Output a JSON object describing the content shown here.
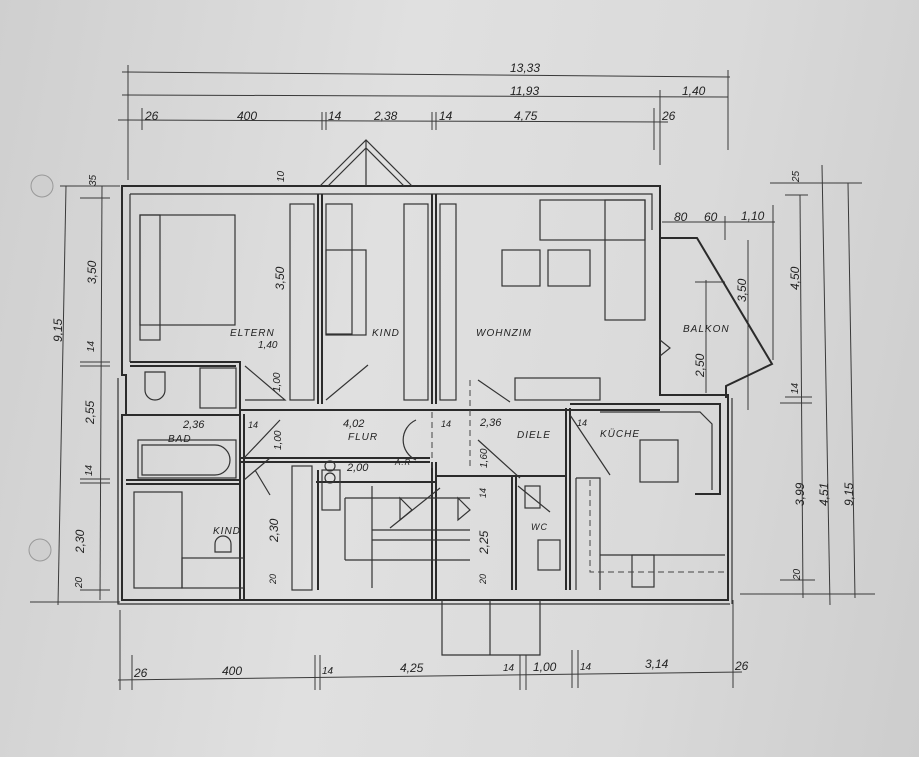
{
  "plan": {
    "rooms": {
      "eltern": "ELTERN",
      "kind_top": "KIND",
      "wohnzimmer": "WOHNZIM",
      "balkon": "BALKON",
      "bad": "BAD",
      "flur": "FLUR",
      "diele": "DIELE",
      "kueche": "KÜCHE",
      "abstellraum": "A.R",
      "kind_bottom": "KIND",
      "wc": "WC"
    },
    "dimensions_top": {
      "total_overall": "13,33",
      "total_house": "11,93",
      "balcony_depth": "1,40",
      "wall_left": "26",
      "eltern_width": "400",
      "wall_1": "14",
      "kind_width": "2,38",
      "wall_2": "14",
      "wohn_width": "4,75",
      "wall_right": "26",
      "window_sill": "10"
    },
    "dimensions_left": {
      "total": "9,15",
      "wall_top": "35",
      "eltern_depth": "3,50",
      "wall_1": "14",
      "bad_depth": "2,55",
      "wall_2": "14",
      "kind_depth": "2,30",
      "wall_bottom": "20"
    },
    "dimensions_right": {
      "wall_top": "25",
      "wohn_depth": "4,50",
      "wall_mid": "14",
      "kueche_depth": "3,99",
      "lower_total": "4,51",
      "total": "9,15",
      "wall_bottom": "20"
    },
    "dimensions_balcony": {
      "a": "80",
      "b": "60",
      "c": "1,10",
      "length": "3,50",
      "depth": "2,50"
    },
    "dimensions_interior": {
      "kind_depth": "3,50",
      "closet_width": "1,40",
      "closet_depth": "1,00",
      "bad_width": "2,36",
      "wall_a": "14",
      "flur_length": "4,02",
      "wall_b": "14",
      "diele_width": "2,36",
      "wall_c": "14",
      "flur_width": "1,00",
      "diele_depth": "1,60",
      "ar_length": "2,00",
      "kind_closet": "2,30",
      "wall_d": "20",
      "stair_depth": "2,25",
      "wall_e": "20",
      "wall_f": "14"
    },
    "dimensions_bottom": {
      "wall_left": "26",
      "kind_width": "400",
      "wall_1": "14",
      "stair_width": "4,25",
      "wall_2": "14",
      "wc_width": "1,00",
      "wall_3": "14",
      "kueche_width": "3,14",
      "wall_right": "26"
    }
  }
}
